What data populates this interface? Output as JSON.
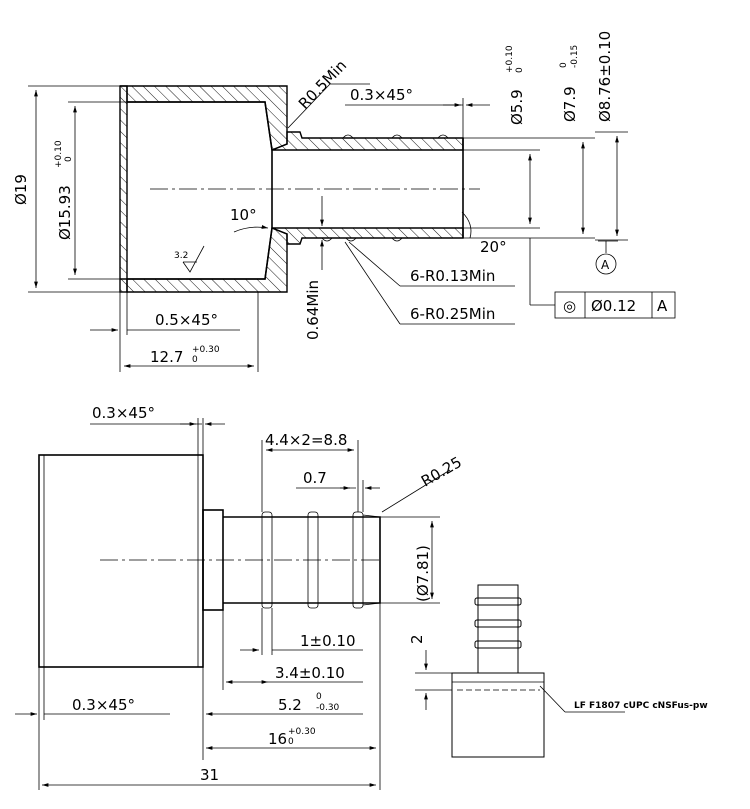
{
  "top_view": {
    "dia_19": "Ø19",
    "dia_15_93": "Ø15.93",
    "dia_15_93_tol_upper": "+0.10",
    "dia_15_93_tol_lower": "0",
    "r05": "R0.5Min",
    "chamfer_03x45_top": "0.3×45°",
    "dia_5_9": "Ø5.9",
    "dia_5_9_tol_upper": "+0.10",
    "dia_5_9_tol_lower": "0",
    "dia_7_9": "Ø7.9",
    "dia_7_9_tol_upper": "0",
    "dia_7_9_tol_lower": "-0.15",
    "dia_8_76": "Ø8.76±0.10",
    "angle_10": "10°",
    "angle_20": "20°",
    "roughness": "3.2",
    "min_064": "0.64Min",
    "r013": "6-R0.13Min",
    "r025": "6-R0.25Min",
    "chamfer_05x45": "0.5×45°",
    "len_12_7": "12.7",
    "len_12_7_tol_upper": "+0.30",
    "len_12_7_tol_lower": "0",
    "datum": "A",
    "fcf_symbol": "◎",
    "fcf_tol": "Ø0.12",
    "fcf_datum": "A"
  },
  "bottom_view": {
    "chamfer_03x45_top": "0.3×45°",
    "pitch": "4.4×2=8.8",
    "len_07": "0.7",
    "r025": "R0.25",
    "dia_7_81": "(Ø7.81)",
    "len_1": "1±0.10",
    "len_3_4": "3.4±0.10",
    "len_5_2": "5.2",
    "len_5_2_tol_upper": "0",
    "len_5_2_tol_lower": "-0.30",
    "chamfer_03x45_bottom": "0.3×45°",
    "len_16": "16",
    "len_16_tol_upper": "+0.30",
    "len_16_tol_lower": "0",
    "len_31": "31"
  },
  "small_view": {
    "dim_2": "2",
    "marking": "LF F1807 cUPC cNSFus-pw"
  }
}
